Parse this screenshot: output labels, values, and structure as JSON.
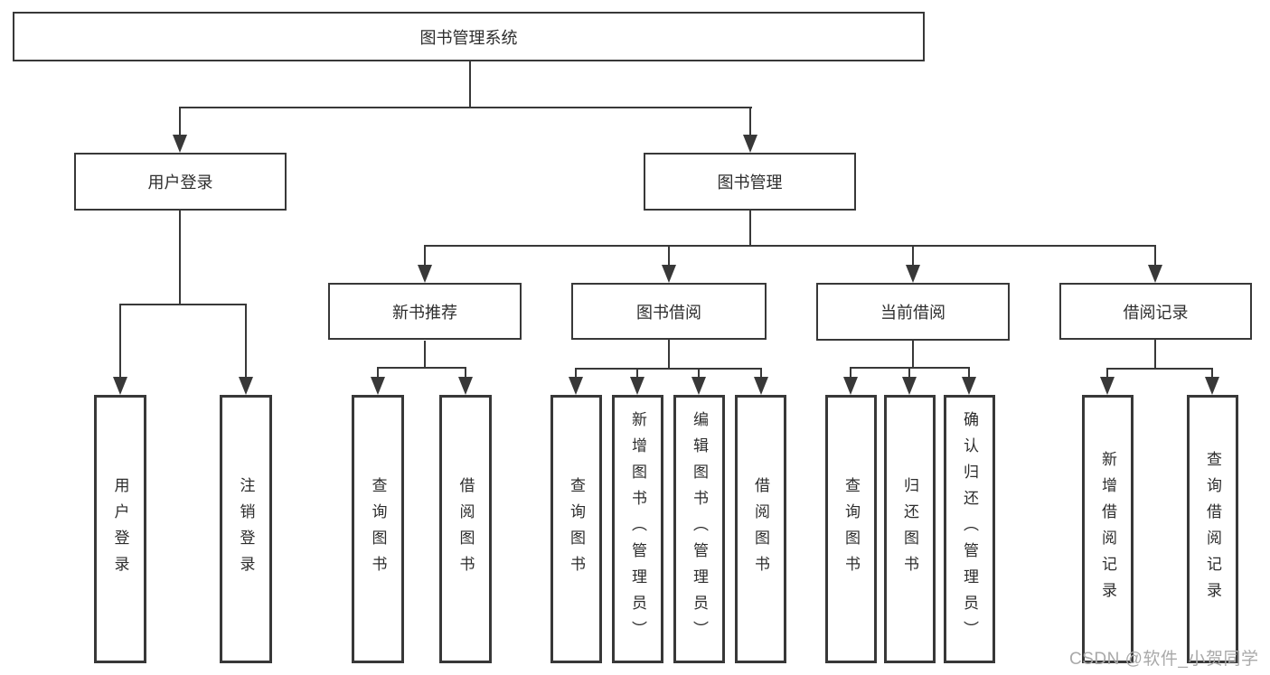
{
  "diagram_title": "图书管理系统",
  "nodes": {
    "root": "图书管理系统",
    "user_login": "用户登录",
    "book_mgmt": "图书管理",
    "new_book_rec": "新书推荐",
    "book_borrow": "图书借阅",
    "current_borrow": "当前借阅",
    "borrow_records": "借阅记录",
    "leaf_user_login": "用户登录",
    "leaf_logout": "注销登录",
    "leaf_rec_query_books": "查询图书",
    "leaf_rec_borrow_books": "借阅图书",
    "leaf_borrow_query_books": "查询图书",
    "leaf_borrow_add_books": "新增图书（管理员）",
    "leaf_borrow_edit_books": "编辑图书（管理员）",
    "leaf_borrow_borrow_books": "借阅图书",
    "leaf_current_query_books": "查询图书",
    "leaf_current_return_books": "归还图书",
    "leaf_current_confirm_return": "确认归还（管理员）",
    "leaf_records_add_record": "新增借阅记录",
    "leaf_records_query_record": "查询借阅记录"
  },
  "watermark": "CSDN @软件_小贺同学",
  "colors": {
    "line": "#383838",
    "text": "#2d2d2d",
    "box_bg": "#ffffff",
    "watermark": "#a9a9a9",
    "background": "#ffffff"
  }
}
